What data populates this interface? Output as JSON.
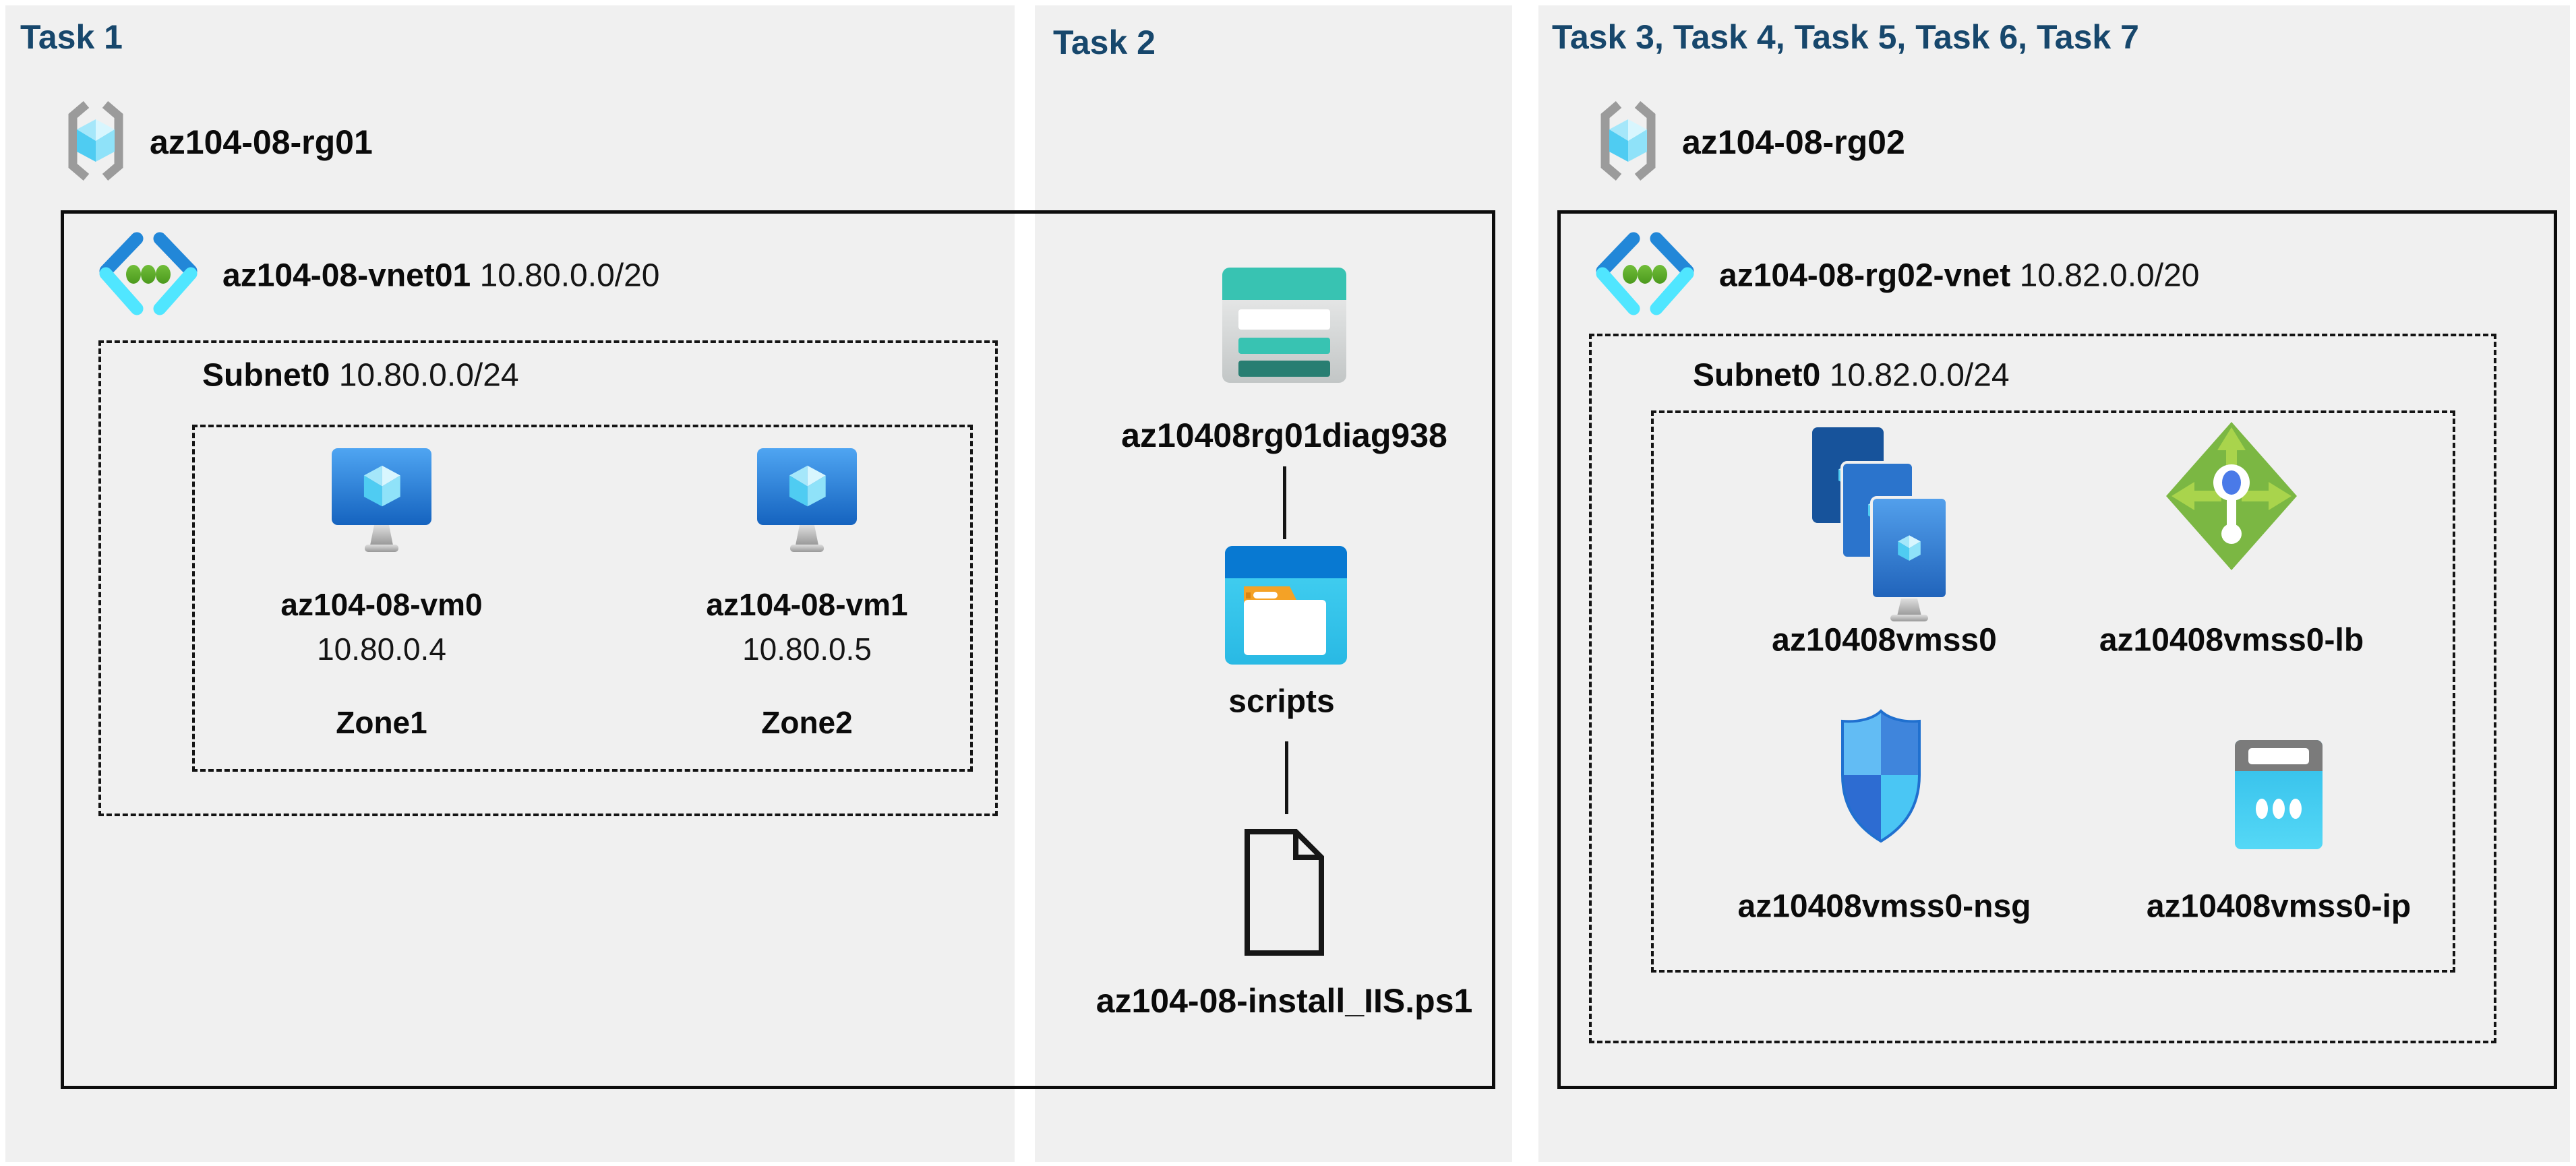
{
  "panels": {
    "task1": {
      "title": "Task 1",
      "resource_group": "az104-08-rg01",
      "vnet": {
        "name": "az104-08-vnet01",
        "cidr": "10.80.0.0/20"
      },
      "subnet": {
        "name": "Subnet0",
        "cidr": "10.80.0.0/24"
      },
      "vms": [
        {
          "name": "az104-08-vm0",
          "ip": "10.80.0.4",
          "zone": "Zone1"
        },
        {
          "name": "az104-08-vm1",
          "ip": "10.80.0.5",
          "zone": "Zone2"
        }
      ]
    },
    "task2": {
      "title": "Task 2",
      "storage_account": "az10408rg01diag938",
      "folder": "scripts",
      "script_file": "az104-08-install_IIS.ps1"
    },
    "task3": {
      "title": "Task 3, Task 4, Task 5, Task 6, Task 7",
      "resource_group": "az104-08-rg02",
      "vnet": {
        "name": "az104-08-rg02-vnet",
        "cidr": "10.82.0.0/20"
      },
      "subnet": {
        "name": "Subnet0",
        "cidr": "10.82.0.0/24"
      },
      "resources": [
        {
          "label": "az10408vmss0",
          "icon": "vm-scale-set-icon"
        },
        {
          "label": "az10408vmss0-lb",
          "icon": "load-balancer-icon"
        },
        {
          "label": "az10408vmss0-nsg",
          "icon": "network-security-group-icon"
        },
        {
          "label": "az10408vmss0-ip",
          "icon": "public-ip-icon"
        }
      ]
    }
  },
  "icons": {
    "resource_group": "resource-group-icon",
    "virtual_network": "virtual-network-icon",
    "virtual_machine": "virtual-machine-icon",
    "storage_account": "storage-account-icon",
    "folder": "folder-icon",
    "script_file": "ps1-file-icon"
  },
  "colors": {
    "panel_bg": "#f0f0f0",
    "title_text": "#17476c",
    "label_text": "#0b0b0b",
    "box_border": "#0d0d0d",
    "azure_blue": "#2287d8",
    "azure_cyan": "#50e6ff",
    "vnet_dot_green": "#5cae27",
    "vm_blue": "#2e7cd6",
    "storage_teal": "#38c3b2",
    "storage_teal_dark": "#287e72",
    "folder_blue": "#0879d2",
    "folder_tab_orange": "#f4a226",
    "lb_green": "#7bb743",
    "lb_arrow_green": "#a9d44c",
    "nsg_blue": "#3f85dc",
    "ip_cyan": "#35c4ee",
    "ip_gray": "#7b7b7b",
    "rg_bracket_gray": "#9b9b9b"
  }
}
